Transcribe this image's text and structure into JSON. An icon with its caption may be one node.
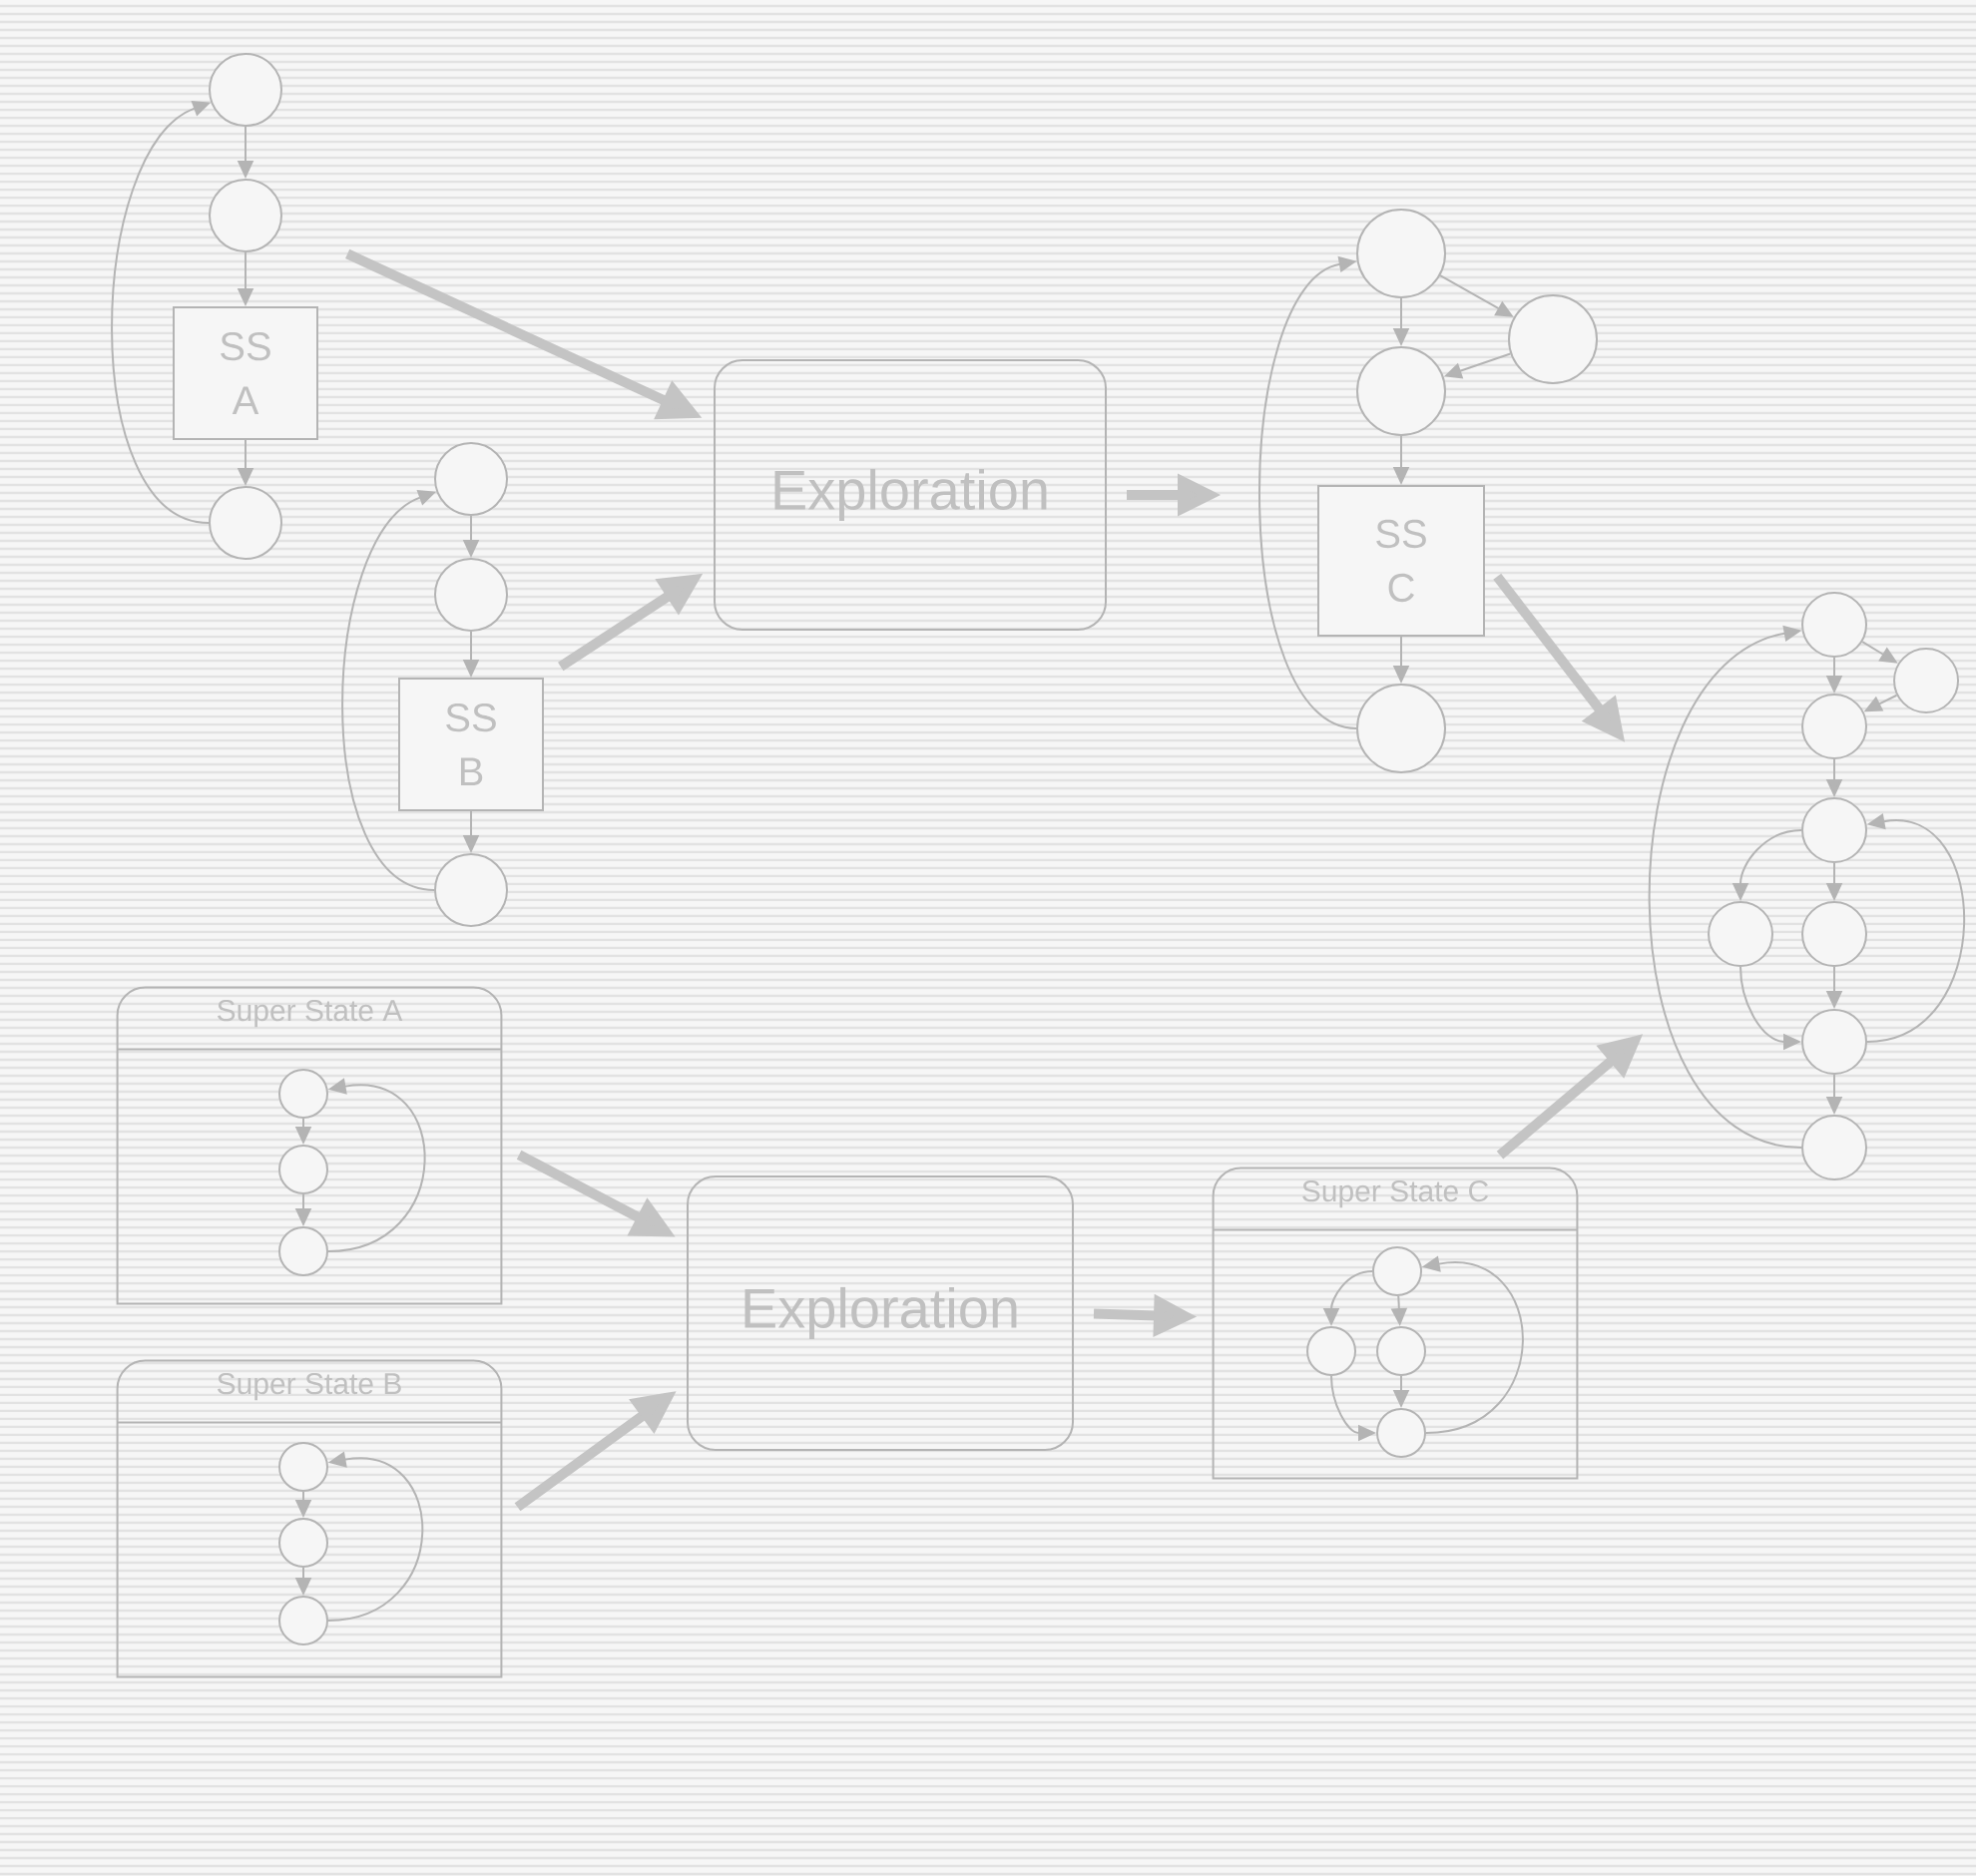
{
  "diagram": {
    "nodes": [
      {
        "text": [],
        "shape": "circle"
      },
      {
        "text": [],
        "shape": "circle"
      },
      {
        "text": [
          "SS A"
        ]
      },
      {
        "text": [],
        "shape": "circle"
      },
      {
        "text": [],
        "shape": "circle"
      },
      {
        "text": [],
        "shape": "circle"
      },
      {
        "text": [
          "SS B"
        ]
      },
      {
        "text": [],
        "shape": "circle"
      },
      {
        "text": [
          "Exploration"
        ]
      },
      {
        "text": [],
        "shape": "circle"
      },
      {
        "text": [],
        "shape": "circle"
      },
      {
        "text": [],
        "shape": "circle"
      },
      {
        "text": [
          "SS C"
        ]
      },
      {
        "text": [],
        "shape": "circle"
      },
      {
        "text": [],
        "shape": "circle"
      },
      {
        "text": [],
        "shape": "circle"
      },
      {
        "text": [],
        "shape": "circle"
      },
      {
        "text": [],
        "shape": "circle"
      },
      {
        "text": [],
        "shape": "circle"
      },
      {
        "text": [],
        "shape": "circle"
      },
      {
        "text": [],
        "shape": "circle"
      },
      {
        "text": [],
        "shape": "circle"
      },
      {
        "text": [
          "Super State A"
        ]
      },
      {
        "text": [],
        "shape": "circle",
        "in": 22
      },
      {
        "text": [],
        "shape": "circle",
        "in": 22
      },
      {
        "text": [],
        "shape": "circle",
        "in": 22
      },
      {
        "text": [
          "Super State B"
        ]
      },
      {
        "text": [],
        "shape": "circle",
        "in": 26
      },
      {
        "text": [],
        "shape": "circle",
        "in": 26
      },
      {
        "text": [],
        "shape": "circle",
        "in": 26
      },
      {
        "text": [
          "Exploration"
        ]
      },
      {
        "text": [
          "Super State C"
        ]
      },
      {
        "text": [],
        "shape": "circle",
        "in": 31
      },
      {
        "text": [],
        "shape": "circle",
        "in": 31
      },
      {
        "text": [],
        "shape": "circle",
        "in": 31
      },
      {
        "text": [],
        "shape": "circle",
        "in": 31
      }
    ],
    "edges": [
      {
        "from": 0,
        "to": 1,
        "arrow": "to"
      },
      {
        "from": 1,
        "to": 2,
        "arrow": "to"
      },
      {
        "from": 2,
        "to": 3,
        "arrow": "to"
      },
      {
        "from": 3,
        "to": 0,
        "arrow": "to"
      },
      {
        "from": 4,
        "to": 5,
        "arrow": "to"
      },
      {
        "from": 5,
        "to": 6,
        "arrow": "to"
      },
      {
        "from": 6,
        "to": 7,
        "arrow": "to"
      },
      {
        "from": 7,
        "to": 4,
        "arrow": "to"
      },
      {
        "from": 9,
        "to": 10,
        "arrow": "to"
      },
      {
        "from": 10,
        "to": 11,
        "arrow": "to"
      },
      {
        "from": 9,
        "to": 11,
        "arrow": "to"
      },
      {
        "from": 11,
        "to": 12,
        "arrow": "to"
      },
      {
        "from": 12,
        "to": 13,
        "arrow": "to"
      },
      {
        "from": 13,
        "to": 9,
        "arrow": "to"
      },
      {
        "from": 14,
        "to": 15,
        "arrow": "to"
      },
      {
        "from": 14,
        "to": 16,
        "arrow": "to"
      },
      {
        "from": 15,
        "to": 16,
        "arrow": "to"
      },
      {
        "from": 16,
        "to": 17,
        "arrow": "to"
      },
      {
        "from": 17,
        "to": 18,
        "arrow": "to"
      },
      {
        "from": 17,
        "to": 19,
        "arrow": "to"
      },
      {
        "from": 19,
        "to": 20,
        "arrow": "to"
      },
      {
        "from": 18,
        "to": 20,
        "arrow": "to"
      },
      {
        "from": 20,
        "to": 17,
        "arrow": "to"
      },
      {
        "from": 20,
        "to": 21,
        "arrow": "to"
      },
      {
        "from": 21,
        "to": 14,
        "arrow": "to"
      },
      {
        "from": 23,
        "to": 24,
        "arrow": "to"
      },
      {
        "from": 24,
        "to": 25,
        "arrow": "to"
      },
      {
        "from": 25,
        "to": 23,
        "arrow": "to"
      },
      {
        "from": 27,
        "to": 28,
        "arrow": "to"
      },
      {
        "from": 28,
        "to": 29,
        "arrow": "to"
      },
      {
        "from": 29,
        "to": 27,
        "arrow": "to"
      },
      {
        "from": 32,
        "to": 33,
        "arrow": "to"
      },
      {
        "from": 32,
        "to": 34,
        "arrow": "to"
      },
      {
        "from": 34,
        "to": 35,
        "arrow": "to"
      },
      {
        "from": 33,
        "to": 35,
        "arrow": "to"
      },
      {
        "from": 35,
        "to": 32,
        "arrow": "to"
      },
      {
        "from": null,
        "to": 8,
        "arrow": "to",
        "style": "thick"
      },
      {
        "from": 6,
        "to": 8,
        "arrow": "to",
        "style": "thick"
      },
      {
        "from": 8,
        "to": null,
        "arrow": "to",
        "style": "thick"
      },
      {
        "from": 12,
        "to": null,
        "arrow": "to",
        "style": "thick"
      },
      {
        "from": 22,
        "to": 30,
        "arrow": "to",
        "style": "thick"
      },
      {
        "from": 26,
        "to": 30,
        "arrow": "to",
        "style": "thick"
      },
      {
        "from": 30,
        "to": null,
        "arrow": "to",
        "style": "thick"
      },
      {
        "from": 31,
        "to": null,
        "arrow": "to",
        "style": "thick"
      }
    ]
  }
}
